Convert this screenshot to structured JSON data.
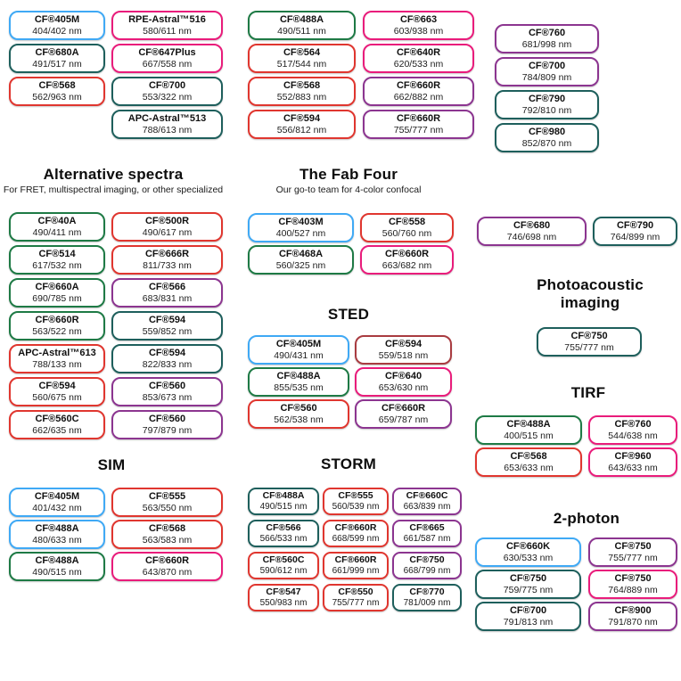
{
  "palette": {
    "blue": "#3FA9F5",
    "green": "#1E7A45",
    "teal": "#1E5F5C",
    "red": "#E0362F",
    "darkred": "#A93B40",
    "magenta": "#E91C7B",
    "purple": "#8C3590"
  },
  "chart_data": {
    "type": "table",
    "sections": [
      {
        "id": "top-unlabeled",
        "title": "",
        "subtitle": "",
        "groups": [
          {
            "id": "g-top1",
            "pills": [
              {
                "name": "CF®405M",
                "value": "404/402 nm",
                "color": "blue"
              },
              {
                "name": "CF®680A",
                "value": "491/517 nm",
                "color": "teal"
              },
              {
                "name": "CF®568",
                "value": "562/963 nm",
                "color": "red"
              }
            ]
          },
          {
            "id": "g-top2",
            "pills": [
              {
                "name": "RPE-Astral™516",
                "value": "580/611 nm",
                "color": "magenta"
              },
              {
                "name": "CF®647Plus",
                "value": "667/558 nm",
                "color": "magenta"
              },
              {
                "name": "CF®700",
                "value": "553/322 nm",
                "color": "teal"
              },
              {
                "name": "APC-Astral™513",
                "value": "788/613 nm",
                "color": "teal"
              }
            ]
          },
          {
            "id": "g-top3",
            "pills": [
              {
                "name": "CF®488A",
                "value": "490/511 nm",
                "color": "green"
              },
              {
                "name": "CF®564",
                "value": "517/544 nm",
                "color": "red"
              },
              {
                "name": "CF®568",
                "value": "552/883 nm",
                "color": "red"
              },
              {
                "name": "CF®594",
                "value": "556/812 nm",
                "color": "red"
              }
            ]
          },
          {
            "id": "g-top4",
            "pills": [
              {
                "name": "CF®663",
                "value": "603/938 nm",
                "color": "magenta"
              },
              {
                "name": "CF®640R",
                "value": "620/533 nm",
                "color": "magenta"
              },
              {
                "name": "CF®660R",
                "value": "662/882 nm",
                "color": "purple"
              },
              {
                "name": "CF®660R",
                "value": "755/777 nm",
                "color": "purple"
              }
            ]
          },
          {
            "id": "g-top5",
            "pills": [
              {
                "name": "CF®760",
                "value": "681/998 nm",
                "color": "purple"
              },
              {
                "name": "CF®700",
                "value": "784/809 nm",
                "color": "purple"
              },
              {
                "name": "CF®790",
                "value": "792/810 nm",
                "color": "teal"
              },
              {
                "name": "CF®980",
                "value": "852/870 nm",
                "color": "teal"
              }
            ]
          }
        ]
      },
      {
        "id": "alternative-spectra",
        "title": "Alternative spectra",
        "subtitle": "For FRET, multispectral imaging, or other specialized",
        "groups": [
          {
            "id": "g-alt",
            "pills": [
              {
                "name": "CF®40A",
                "value": "490/411 nm",
                "color": "green"
              },
              {
                "name": "CF®500R",
                "value": "490/617 nm",
                "color": "red"
              },
              {
                "name": "CF®514",
                "value": "617/532 nm",
                "color": "green"
              },
              {
                "name": "CF®666R",
                "value": "811/733 nm",
                "color": "red"
              },
              {
                "name": "CF®660A",
                "value": "690/785 nm",
                "color": "green"
              },
              {
                "name": "CF®566",
                "value": "683/831 nm",
                "color": "purple"
              },
              {
                "name": "CF®660R",
                "value": "563/522 nm",
                "color": "green"
              },
              {
                "name": "CF®594",
                "value": "559/852 nm",
                "color": "teal"
              },
              {
                "name": "APC-Astral™613",
                "value": "788/133 nm",
                "color": "red"
              },
              {
                "name": "CF®594",
                "value": "822/833 nm",
                "color": "teal"
              },
              {
                "name": "CF®594",
                "value": "560/675 nm",
                "color": "red"
              },
              {
                "name": "CF®560",
                "value": "853/673 nm",
                "color": "purple"
              },
              {
                "name": "CF®560C",
                "value": "662/635 nm",
                "color": "red"
              },
              {
                "name": "CF®560",
                "value": "797/879 nm",
                "color": "purple"
              }
            ]
          }
        ]
      },
      {
        "id": "fab-four",
        "title": "The Fab Four",
        "subtitle": "Our go-to team for 4-color confocal",
        "groups": [
          {
            "id": "g-fab",
            "pills": [
              {
                "name": "CF®403M",
                "value": "400/527 nm",
                "color": "blue"
              },
              {
                "name": "CF®558",
                "value": "560/760 nm",
                "color": "red"
              },
              {
                "name": "CF®468A",
                "value": "560/325 nm",
                "color": "green"
              },
              {
                "name": "CF®660R",
                "value": "663/682 nm",
                "color": "magenta"
              }
            ]
          }
        ]
      },
      {
        "id": "sted",
        "title": "STED",
        "subtitle": "",
        "groups": [
          {
            "id": "g-sted",
            "pills": [
              {
                "name": "CF®405M",
                "value": "490/431 nm",
                "color": "blue"
              },
              {
                "name": "CF®594",
                "value": "559/518 nm",
                "color": "darkred"
              },
              {
                "name": "CF®488A",
                "value": "855/535 nm",
                "color": "green"
              },
              {
                "name": "CF®640",
                "value": "653/630 nm",
                "color": "magenta"
              },
              {
                "name": "CF®560",
                "value": "562/538 nm",
                "color": "red"
              },
              {
                "name": "CF®660R",
                "value": "659/787 nm",
                "color": "purple"
              }
            ]
          }
        ]
      },
      {
        "id": "sim",
        "title": "SIM",
        "subtitle": "",
        "groups": [
          {
            "id": "g-sim",
            "pills": [
              {
                "name": "CF®405M",
                "value": "401/432 nm",
                "color": "blue"
              },
              {
                "name": "CF®555",
                "value": "563/550 nm",
                "color": "red"
              },
              {
                "name": "CF®488A",
                "value": "480/633 nm",
                "color": "blue"
              },
              {
                "name": "CF®568",
                "value": "563/583 nm",
                "color": "red"
              },
              {
                "name": "CF®488A",
                "value": "490/515 nm",
                "color": "green"
              },
              {
                "name": "CF®660R",
                "value": "643/870 nm",
                "color": "magenta"
              }
            ]
          }
        ]
      },
      {
        "id": "storm",
        "title": "STORM",
        "subtitle": "",
        "groups": [
          {
            "id": "g-storm",
            "pills": [
              {
                "name": "CF®488A",
                "value": "490/515 nm",
                "color": "teal"
              },
              {
                "name": "CF®555",
                "value": "560/539 nm",
                "color": "red"
              },
              {
                "name": "CF®660C",
                "value": "663/839 nm",
                "color": "purple"
              },
              {
                "name": "CF®566",
                "value": "566/533 nm",
                "color": "teal"
              },
              {
                "name": "CF®660R",
                "value": "668/599 nm",
                "color": "red"
              },
              {
                "name": "CF®665",
                "value": "661/587 nm",
                "color": "purple"
              },
              {
                "name": "CF®560C",
                "value": "590/612 nm",
                "color": "red"
              },
              {
                "name": "CF®660R",
                "value": "661/999 nm",
                "color": "red"
              },
              {
                "name": "CF®750",
                "value": "668/799 nm",
                "color": "purple"
              },
              {
                "name": "CF®547",
                "value": "550/983 nm",
                "color": "red"
              },
              {
                "name": "CF®550",
                "value": "755/777 nm",
                "color": "red"
              },
              {
                "name": "CF®770",
                "value": "781/009 nm",
                "color": "teal"
              }
            ]
          }
        ]
      },
      {
        "id": "near-ir-pair",
        "title": "",
        "subtitle": "",
        "groups": [
          {
            "id": "g-pair",
            "pills": [
              {
                "name": "CF®680",
                "value": "746/698 nm",
                "color": "purple"
              },
              {
                "name": "CF®790",
                "value": "764/899 nm",
                "color": "teal"
              }
            ]
          }
        ]
      },
      {
        "id": "photoacoustic",
        "title": "Photoacoustic imaging",
        "subtitle": "",
        "groups": [
          {
            "id": "g-pa",
            "pills": [
              {
                "name": "CF®750",
                "value": "755/777 nm",
                "color": "teal"
              }
            ]
          }
        ]
      },
      {
        "id": "tirf",
        "title": "TIRF",
        "subtitle": "",
        "groups": [
          {
            "id": "g-tirf",
            "pills": [
              {
                "name": "CF®488A",
                "value": "400/515 nm",
                "color": "green"
              },
              {
                "name": "CF®760",
                "value": "544/638 nm",
                "color": "magenta"
              },
              {
                "name": "CF®568",
                "value": "653/633 nm",
                "color": "red"
              },
              {
                "name": "CF®960",
                "value": "643/633 nm",
                "color": "magenta"
              }
            ]
          }
        ]
      },
      {
        "id": "two-photon",
        "title": "2-photon",
        "subtitle": "",
        "groups": [
          {
            "id": "g-2p",
            "pills": [
              {
                "name": "CF®660K",
                "value": "630/533 nm",
                "color": "blue"
              },
              {
                "name": "CF®750",
                "value": "755/777 nm",
                "color": "purple"
              },
              {
                "name": "CF®750",
                "value": "759/775 nm",
                "color": "teal"
              },
              {
                "name": "CF®750",
                "value": "764/889 nm",
                "color": "magenta"
              },
              {
                "name": "CF®700",
                "value": "791/813 nm",
                "color": "teal"
              },
              {
                "name": "CF®900",
                "value": "791/870 nm",
                "color": "purple"
              }
            ]
          }
        ]
      }
    ]
  }
}
